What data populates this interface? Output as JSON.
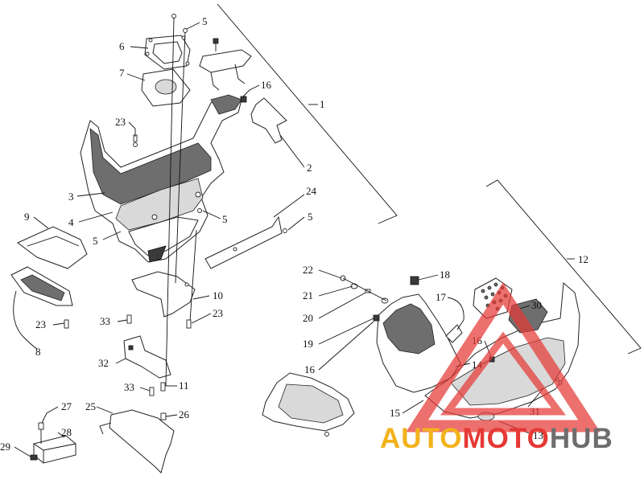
{
  "watermark": {
    "part1": "AUTO",
    "part2": "MOTO",
    "part3": "HUB",
    "colors": {
      "gold": "#f2b21c",
      "red": "#e53935",
      "gray": "#6d6d6d"
    }
  },
  "callouts": [
    {
      "id": "1",
      "text": "1"
    },
    {
      "id": "2",
      "text": "2"
    },
    {
      "id": "3",
      "text": "3"
    },
    {
      "id": "4",
      "text": "4"
    },
    {
      "id": "5a",
      "text": "5"
    },
    {
      "id": "5b",
      "text": "5"
    },
    {
      "id": "5c",
      "text": "5"
    },
    {
      "id": "5d",
      "text": "5"
    },
    {
      "id": "6",
      "text": "6"
    },
    {
      "id": "7",
      "text": "7"
    },
    {
      "id": "8",
      "text": "8"
    },
    {
      "id": "9",
      "text": "9"
    },
    {
      "id": "10",
      "text": "10"
    },
    {
      "id": "11",
      "text": "11"
    },
    {
      "id": "12",
      "text": "12"
    },
    {
      "id": "13",
      "text": "13"
    },
    {
      "id": "14",
      "text": "14"
    },
    {
      "id": "15",
      "text": "15"
    },
    {
      "id": "16a",
      "text": "16"
    },
    {
      "id": "16b",
      "text": "16"
    },
    {
      "id": "16c",
      "text": "16"
    },
    {
      "id": "17",
      "text": "17"
    },
    {
      "id": "18",
      "text": "18"
    },
    {
      "id": "19",
      "text": "19"
    },
    {
      "id": "20",
      "text": "20"
    },
    {
      "id": "21",
      "text": "21"
    },
    {
      "id": "22",
      "text": "22"
    },
    {
      "id": "23a",
      "text": "23"
    },
    {
      "id": "23b",
      "text": "23"
    },
    {
      "id": "23c",
      "text": "23"
    },
    {
      "id": "24",
      "text": "24"
    },
    {
      "id": "25",
      "text": "25"
    },
    {
      "id": "26",
      "text": "26"
    },
    {
      "id": "27",
      "text": "27"
    },
    {
      "id": "28",
      "text": "28"
    },
    {
      "id": "29",
      "text": "29"
    },
    {
      "id": "30",
      "text": "30"
    },
    {
      "id": "31",
      "text": "31"
    },
    {
      "id": "32",
      "text": "32"
    },
    {
      "id": "33a",
      "text": "33"
    },
    {
      "id": "33b",
      "text": "33"
    }
  ]
}
